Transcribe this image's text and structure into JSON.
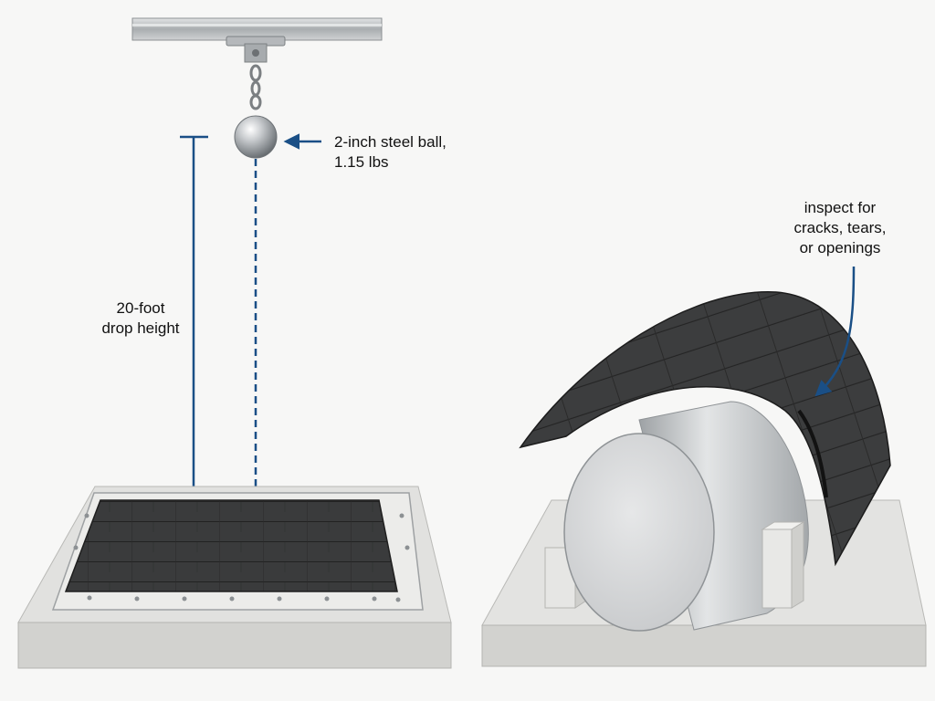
{
  "labels": {
    "ball_line1": "2-inch steel ball,",
    "ball_line2": "1.15 lbs",
    "drop_line1": "20-foot",
    "drop_line2": "drop height",
    "inspect_line1": "inspect for",
    "inspect_line2": "cracks, tears,",
    "inspect_line3": "or openings"
  },
  "colors": {
    "annotation": "#1a4f86",
    "shingle": "#3a3b3c",
    "base": "#dcdcda",
    "steel": "#b9bcbf"
  }
}
